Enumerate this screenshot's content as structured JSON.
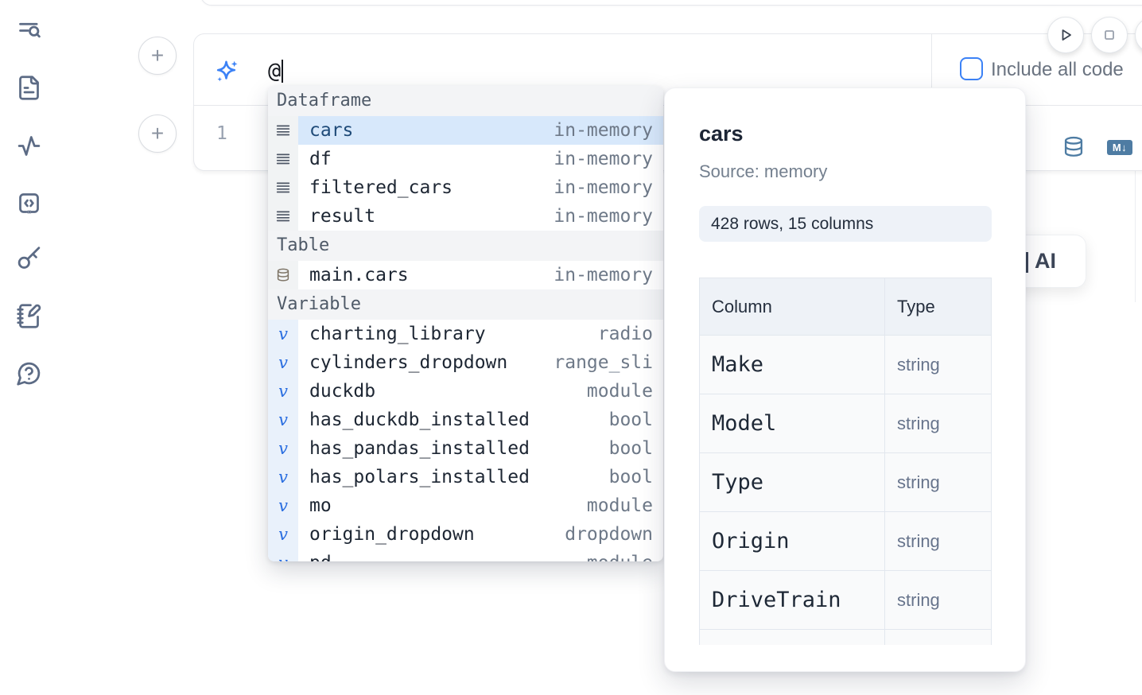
{
  "colors": {
    "accent": "#3c82f6",
    "steel_blue": "#4e7ca3",
    "selected_row_bg": "#d7e8fb",
    "selected_text": "#1e4a78"
  },
  "sidebar": {
    "icons": [
      "table-of-contents-search-icon",
      "file-icon",
      "activity-icon",
      "snippets-icon",
      "keys-icon",
      "scratchpad-icon",
      "help-icon"
    ]
  },
  "prompt": {
    "at_text": "@",
    "include_all_code": "Include all code"
  },
  "run_controls": {
    "play": "play-icon",
    "stop": "stop-icon"
  },
  "code": {
    "line_number": "1",
    "md_badge": "M↓",
    "db_icon": "database-icon"
  },
  "ai_card": {
    "label": "AI"
  },
  "autocomplete": {
    "sections": [
      {
        "label": "Dataframe",
        "kind": "dataframe",
        "items": [
          {
            "name": "cars",
            "type": "in-memory",
            "selected": true
          },
          {
            "name": "df",
            "type": "in-memory"
          },
          {
            "name": "filtered_cars",
            "type": "in-memory"
          },
          {
            "name": "result",
            "type": "in-memory"
          }
        ]
      },
      {
        "label": "Table",
        "kind": "table",
        "items": [
          {
            "name": "main.cars",
            "type": "in-memory"
          }
        ]
      },
      {
        "label": "Variable",
        "kind": "variable",
        "items": [
          {
            "name": "charting_library",
            "type": "radio"
          },
          {
            "name": "cylinders_dropdown",
            "type": "range_sli"
          },
          {
            "name": "duckdb",
            "type": "module"
          },
          {
            "name": "has_duckdb_installed",
            "type": "bool"
          },
          {
            "name": "has_pandas_installed",
            "type": "bool"
          },
          {
            "name": "has_polars_installed",
            "type": "bool"
          },
          {
            "name": "mo",
            "type": "module"
          },
          {
            "name": "origin_dropdown",
            "type": "dropdown"
          },
          {
            "name": "pd",
            "type": "module"
          }
        ]
      }
    ]
  },
  "panel": {
    "title": "cars",
    "source": "Source: memory",
    "shape": "428 rows, 15 columns",
    "table": {
      "headers": [
        "Column",
        "Type"
      ],
      "rows": [
        [
          "Make",
          "string"
        ],
        [
          "Model",
          "string"
        ],
        [
          "Type",
          "string"
        ],
        [
          "Origin",
          "string"
        ],
        [
          "DriveTrain",
          "string"
        ]
      ]
    }
  }
}
